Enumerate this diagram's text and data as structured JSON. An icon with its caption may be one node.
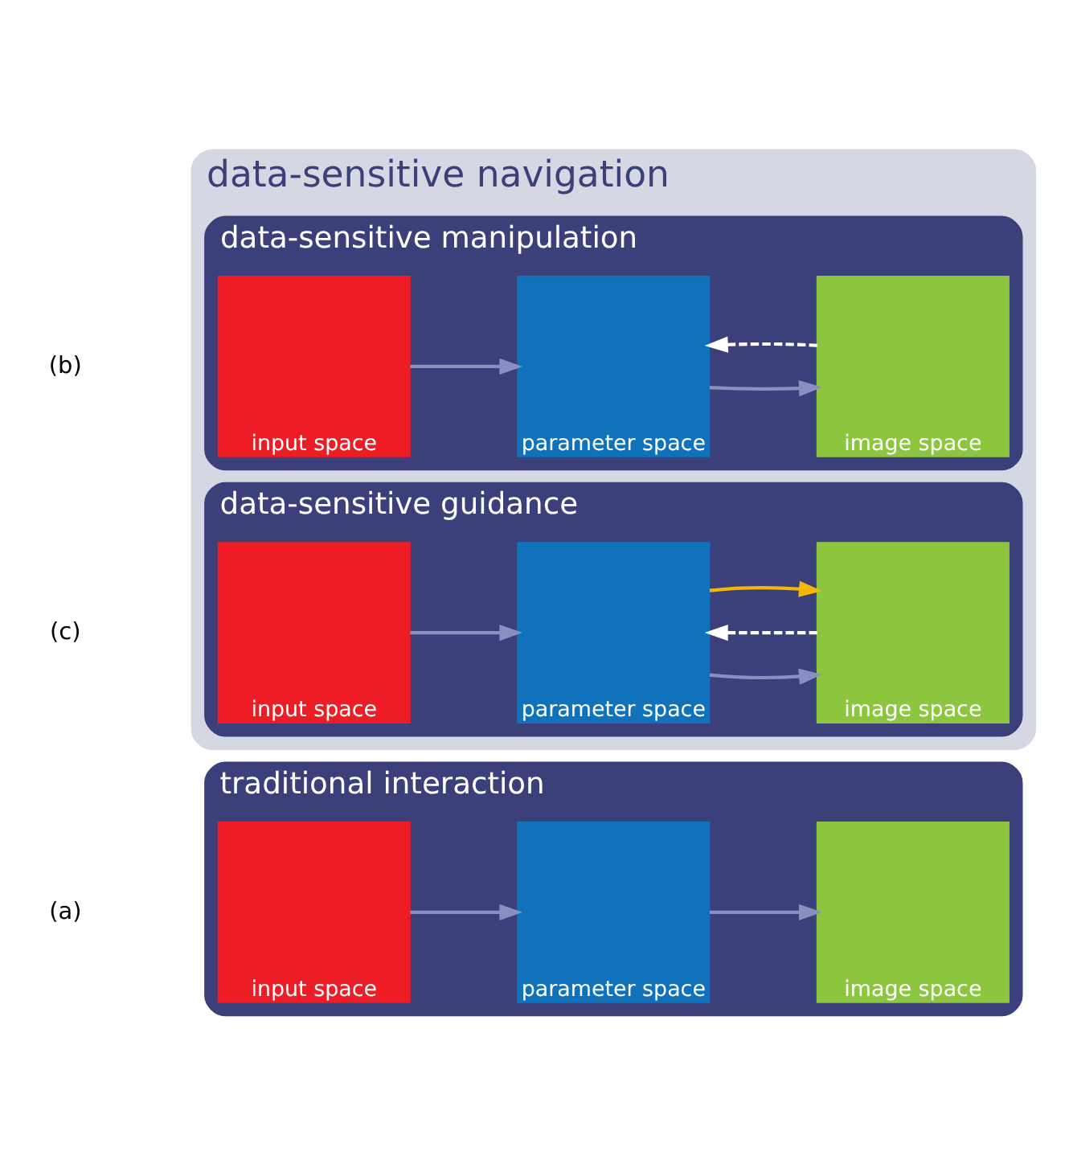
{
  "diagram": {
    "nodes": [
      {
        "text": [
          "traditional interaction"
        ]
      },
      {
        "text": [
          "input space"
        ],
        "in": 0
      },
      {
        "text": [
          "parameter space"
        ],
        "in": 0
      },
      {
        "text": [
          "image space"
        ],
        "in": 0
      },
      {
        "text": [
          "data-sensitive navigation"
        ]
      },
      {
        "text": [
          "data-sensitive manipulation"
        ],
        "in": 4
      },
      {
        "text": [
          "input space"
        ],
        "in": 5
      },
      {
        "text": [
          "parameter space"
        ],
        "in": 5
      },
      {
        "text": [
          "image space"
        ],
        "in": 5
      },
      {
        "text": [
          "data-sensitive guidance"
        ],
        "in": 4
      },
      {
        "text": [
          "input space"
        ],
        "in": 9
      },
      {
        "text": [
          "parameter space"
        ],
        "in": 9
      },
      {
        "text": [
          "image space"
        ],
        "in": 9
      }
    ],
    "edges": [
      {
        "from": 1,
        "to": 2,
        "arrow": "to"
      },
      {
        "from": 2,
        "to": 3,
        "arrow": "to"
      },
      {
        "from": 6,
        "to": 7,
        "arrow": "to"
      },
      {
        "from": 7,
        "to": 8,
        "arrow": "to"
      },
      {
        "from": 8,
        "to": 7,
        "arrow": "to",
        "style": "dashed",
        "color": "#ffffff"
      },
      {
        "from": 10,
        "to": 11,
        "arrow": "to"
      },
      {
        "from": 11,
        "to": 12,
        "arrow": "to"
      },
      {
        "from": 12,
        "to": 11,
        "arrow": "to",
        "style": "dashed",
        "color": "#ffffff"
      },
      {
        "from": 11,
        "to": 12,
        "arrow": "to",
        "color": "#f5b800"
      }
    ],
    "labels": [
      "(a)",
      "(b)",
      "(c)"
    ]
  }
}
